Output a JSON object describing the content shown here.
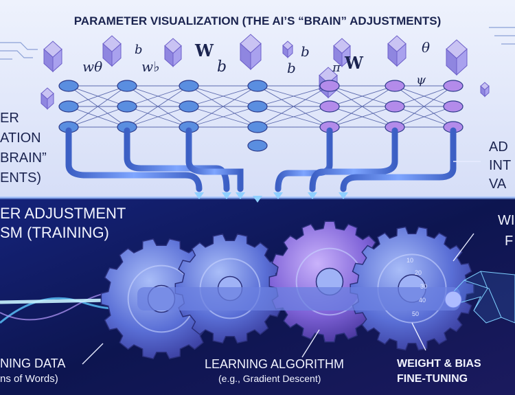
{
  "title": "PARAMETER VISUALIZATION (THE AI’S “BRAIN” ADJUSTMENTS)",
  "left_panel_upper": [
    "ER",
    "ATION",
    "BRAIN”",
    "ENTS)"
  ],
  "right_panel_upper": [
    "AD",
    "INT",
    "VA"
  ],
  "left_panel_lower": [
    "ER ADJUSTMENT",
    "SM (TRAINING)"
  ],
  "right_panel_lower": [
    "WI",
    "F"
  ],
  "symbols": [
    "wθ",
    "w♭",
    "W",
    "b",
    "b",
    "b",
    "π",
    "W",
    "θ",
    "ψ",
    "b"
  ],
  "captions": {
    "training_data": [
      "NING DATA",
      "ns of Words)"
    ],
    "learning_algorithm": [
      "LEARNING ALGORITHM",
      "(e.g., Gradient Descent)"
    ],
    "fine_tuning": [
      "WEIGHT & BIAS",
      "FINE-TUNING"
    ]
  },
  "dial_numbers": [
    "10",
    "20",
    "30",
    "40",
    "50"
  ],
  "colors": {
    "top_bg": "#e6ecfb",
    "bottom_bg": "#0d1447",
    "node_blue": "#5a8ee0",
    "node_purple": "#b38bea",
    "gear": "#5b74d8",
    "beam": "#8ad9ff"
  }
}
